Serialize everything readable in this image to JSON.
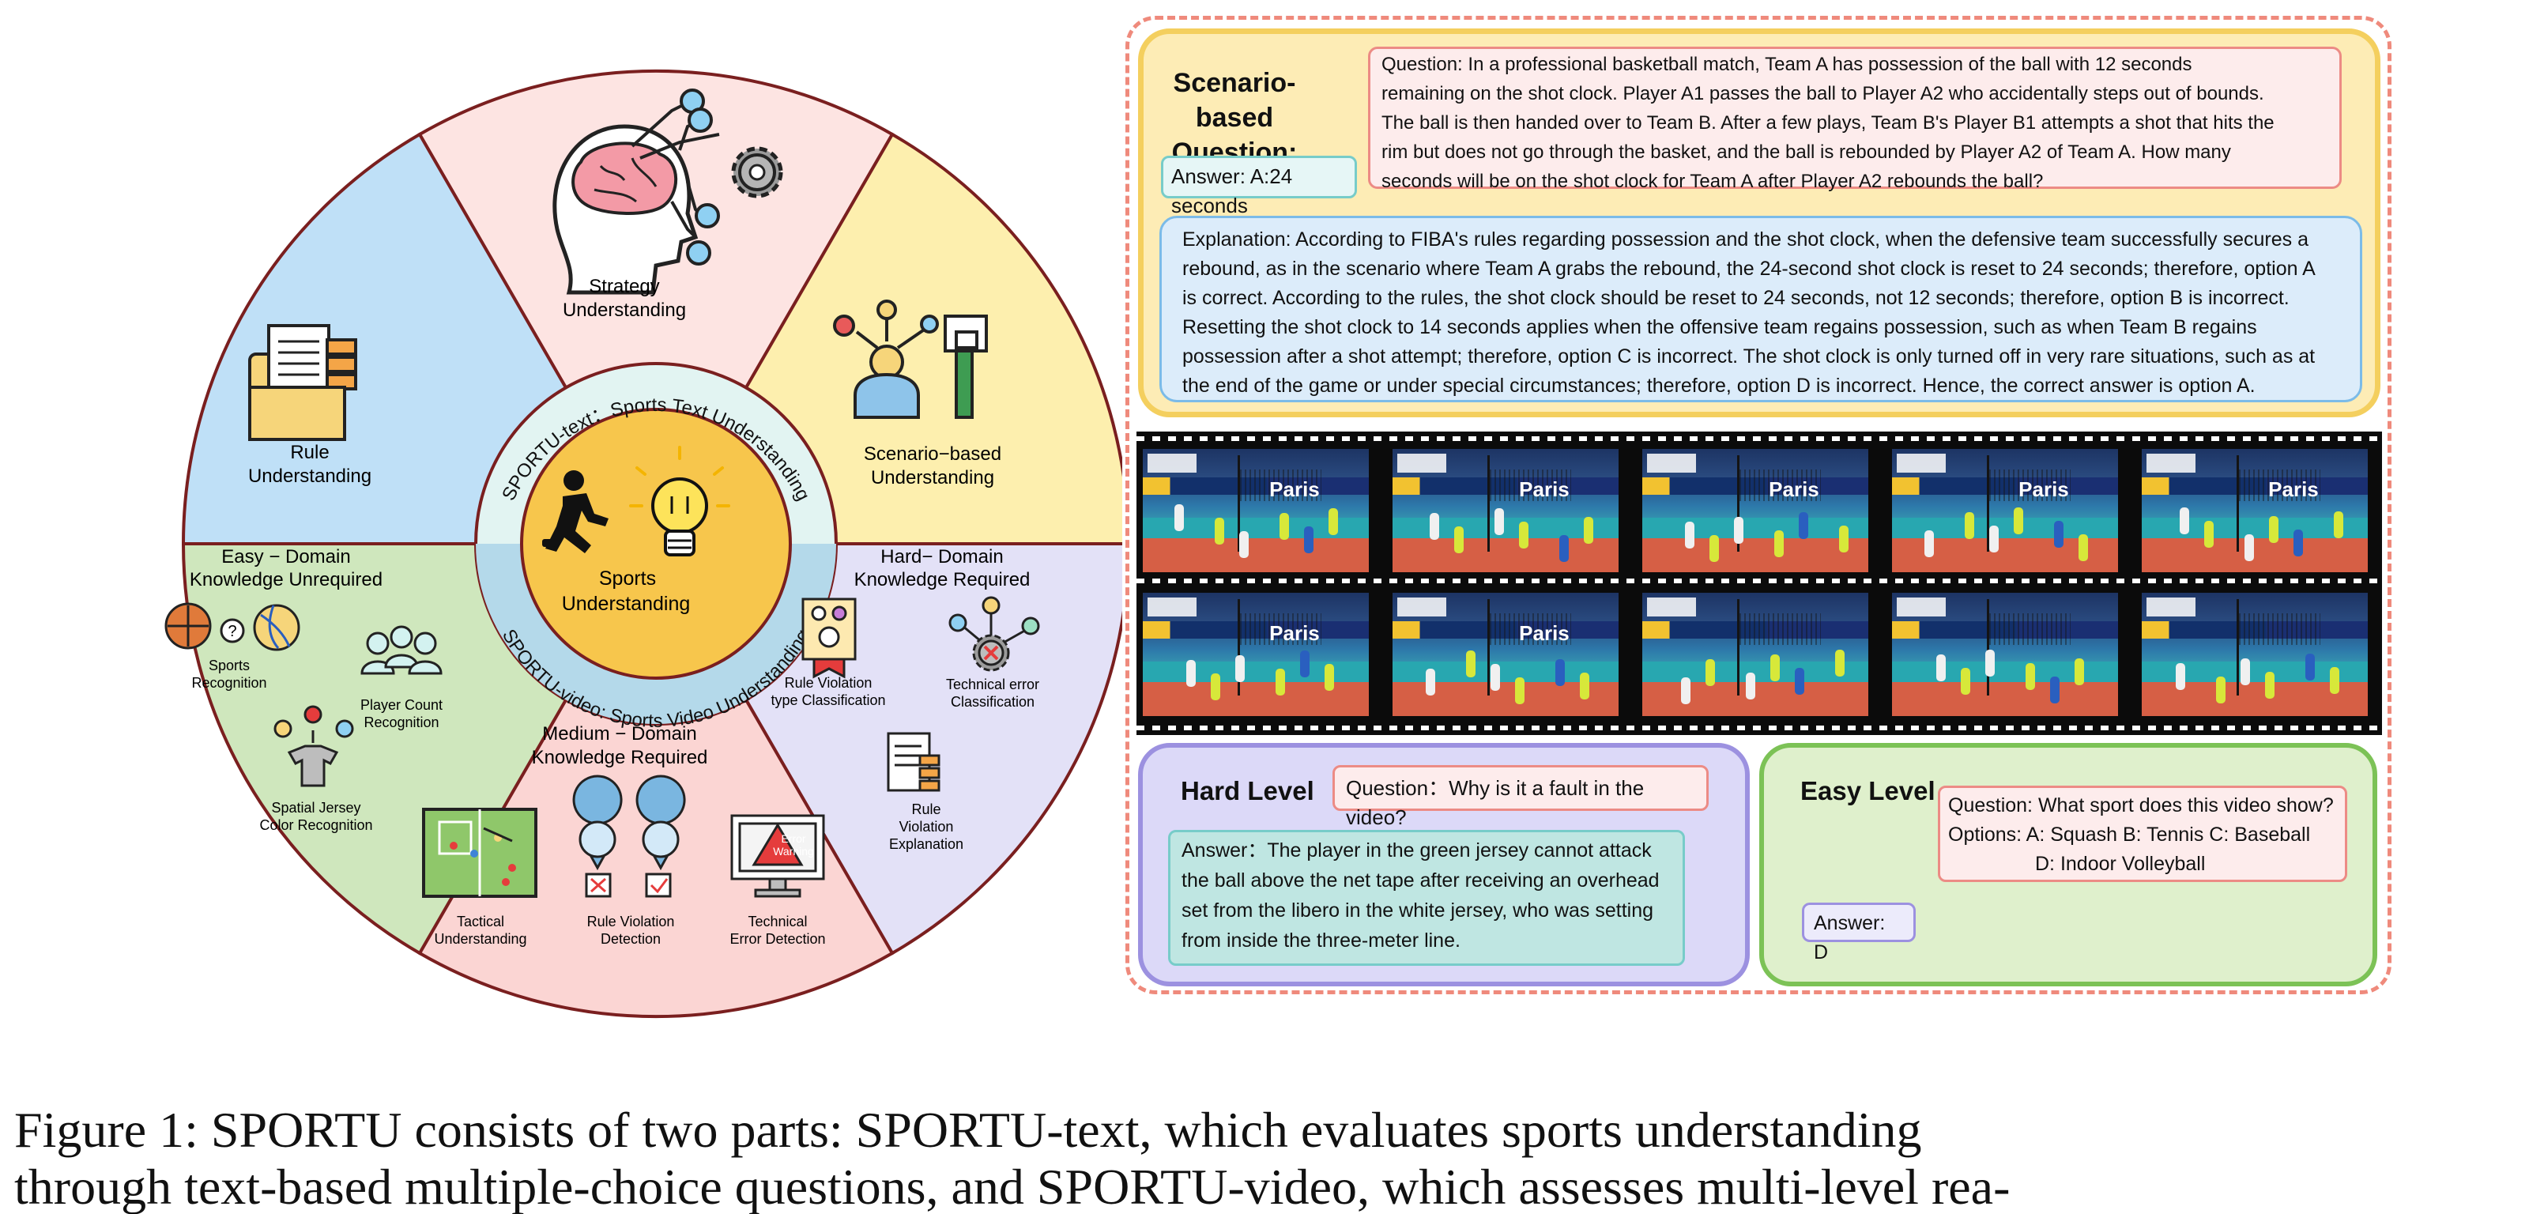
{
  "wheel": {
    "center": {
      "line1": "Sports",
      "line2": "Understanding"
    },
    "ring_text_top": "SPORTU-text：Sports Text Understanding",
    "ring_text_bottom": "SPORTU-video: Sports Video Understanding",
    "segments": {
      "rule": [
        "Rule",
        "Understanding"
      ],
      "strategy": [
        "Strategy",
        "Understanding"
      ],
      "scenario": [
        "Scenario−based",
        "Understanding"
      ],
      "hard": [
        "Hard− Domain",
        "Knowledge Required"
      ],
      "medium": [
        "Medium − Domain",
        "Knowledge Required"
      ],
      "easy": [
        "Easy − Domain",
        "Knowledge Unrequired"
      ]
    },
    "small_labels": {
      "sports_recognition": [
        "Sports",
        "Recognition"
      ],
      "player_count": [
        "Player Count",
        "Recognition"
      ],
      "spatial_jersey": [
        "Spatial Jersey",
        "Color Recognition"
      ],
      "tactical": [
        "Tactical",
        "Understanding"
      ],
      "rule_violation_detection": [
        "Rule Violation",
        "Detection"
      ],
      "technical_error_detection": [
        "Technical",
        "Error Detection"
      ],
      "rule_violation_type": [
        "Rule Violation",
        "type Classification"
      ],
      "technical_error_classification": [
        "Technical error",
        "Classification"
      ],
      "rule_violation_explanation": [
        "Rule",
        "Violation",
        "Explanation"
      ],
      "error_warning": [
        "Error",
        "Warning"
      ]
    },
    "colors": {
      "strategy": "#fde4e2",
      "scenario": "#fdefae",
      "hard": "#e3e1f7",
      "medium": "#fbd5d3",
      "easy": "#cfe7bd",
      "rule": "#bfe0f7",
      "border": "#7a1f1f",
      "inner_ring": "#e2f4f2",
      "center": "#f7c64c"
    }
  },
  "scenario_panel": {
    "title_line1": "Scenario-based",
    "title_line2": "Question:",
    "question_lines": [
      "Question: In a professional basketball match, Team A has possession of the ball with 12 seconds",
      "remaining on the shot clock. Player A1 passes the ball to Player A2 who accidentally steps out of bounds.",
      "The ball is then handed over to Team B. After a few plays, Team B's Player B1 attempts a shot that hits the",
      "rim but does not go through the basket, and the ball is rebounded by Player A2 of Team A. How many",
      "seconds will be on the shot clock for Team A after Player A2 rebounds the ball?"
    ],
    "answer": "Answer: A:24 seconds",
    "explanation_lines": [
      "Explanation: According to FIBA's rules regarding possession and the shot clock, when the defensive team successfully secures a",
      "rebound, as in the scenario where Team A grabs the rebound, the 24-second shot clock is reset to 24 seconds; therefore, option A",
      "is correct. According to the rules, the shot clock should be reset to 24 seconds, not 12 seconds; therefore, option B is incorrect.",
      "Resetting the shot clock to 14 seconds applies when the offensive team regains possession, such as when Team B regains",
      "possession after a shot attempt; therefore, option C is incorrect. The shot clock is only turned off in very rare situations, such as at",
      "the end of the game or under special circumstances; therefore, option D is incorrect. Hence, the correct answer is option A."
    ]
  },
  "filmstrip": {
    "frame_text": [
      "Paris",
      "Paris",
      "Paris",
      "Paris",
      "Paris",
      "Paris",
      "Paris",
      "",
      "",
      ""
    ]
  },
  "hard_panel": {
    "title": "Hard Level",
    "question": "Question：Why is it a fault in the video?",
    "answer_lines": [
      "Answer：The player in the green jersey cannot attack",
      "the ball above the net tape after receiving an overhead",
      "set from the libero in the white jersey, who was setting",
      "from inside the three-meter line."
    ]
  },
  "easy_panel": {
    "title": "Easy Level",
    "question_line1": "Question: What sport does this video show?",
    "question_line2": "Options:  A: Squash   B: Tennis    C: Baseball",
    "question_line3": "D: Indoor Volleyball",
    "answer": "Answer: D"
  },
  "caption": {
    "line1": "Figure 1:  SPORTU consists of two parts:  SPORTU-text, which evaluates sports understanding",
    "line2": "through text-based multiple-choice questions, and SPORTU-video, which assesses multi-level rea-"
  }
}
